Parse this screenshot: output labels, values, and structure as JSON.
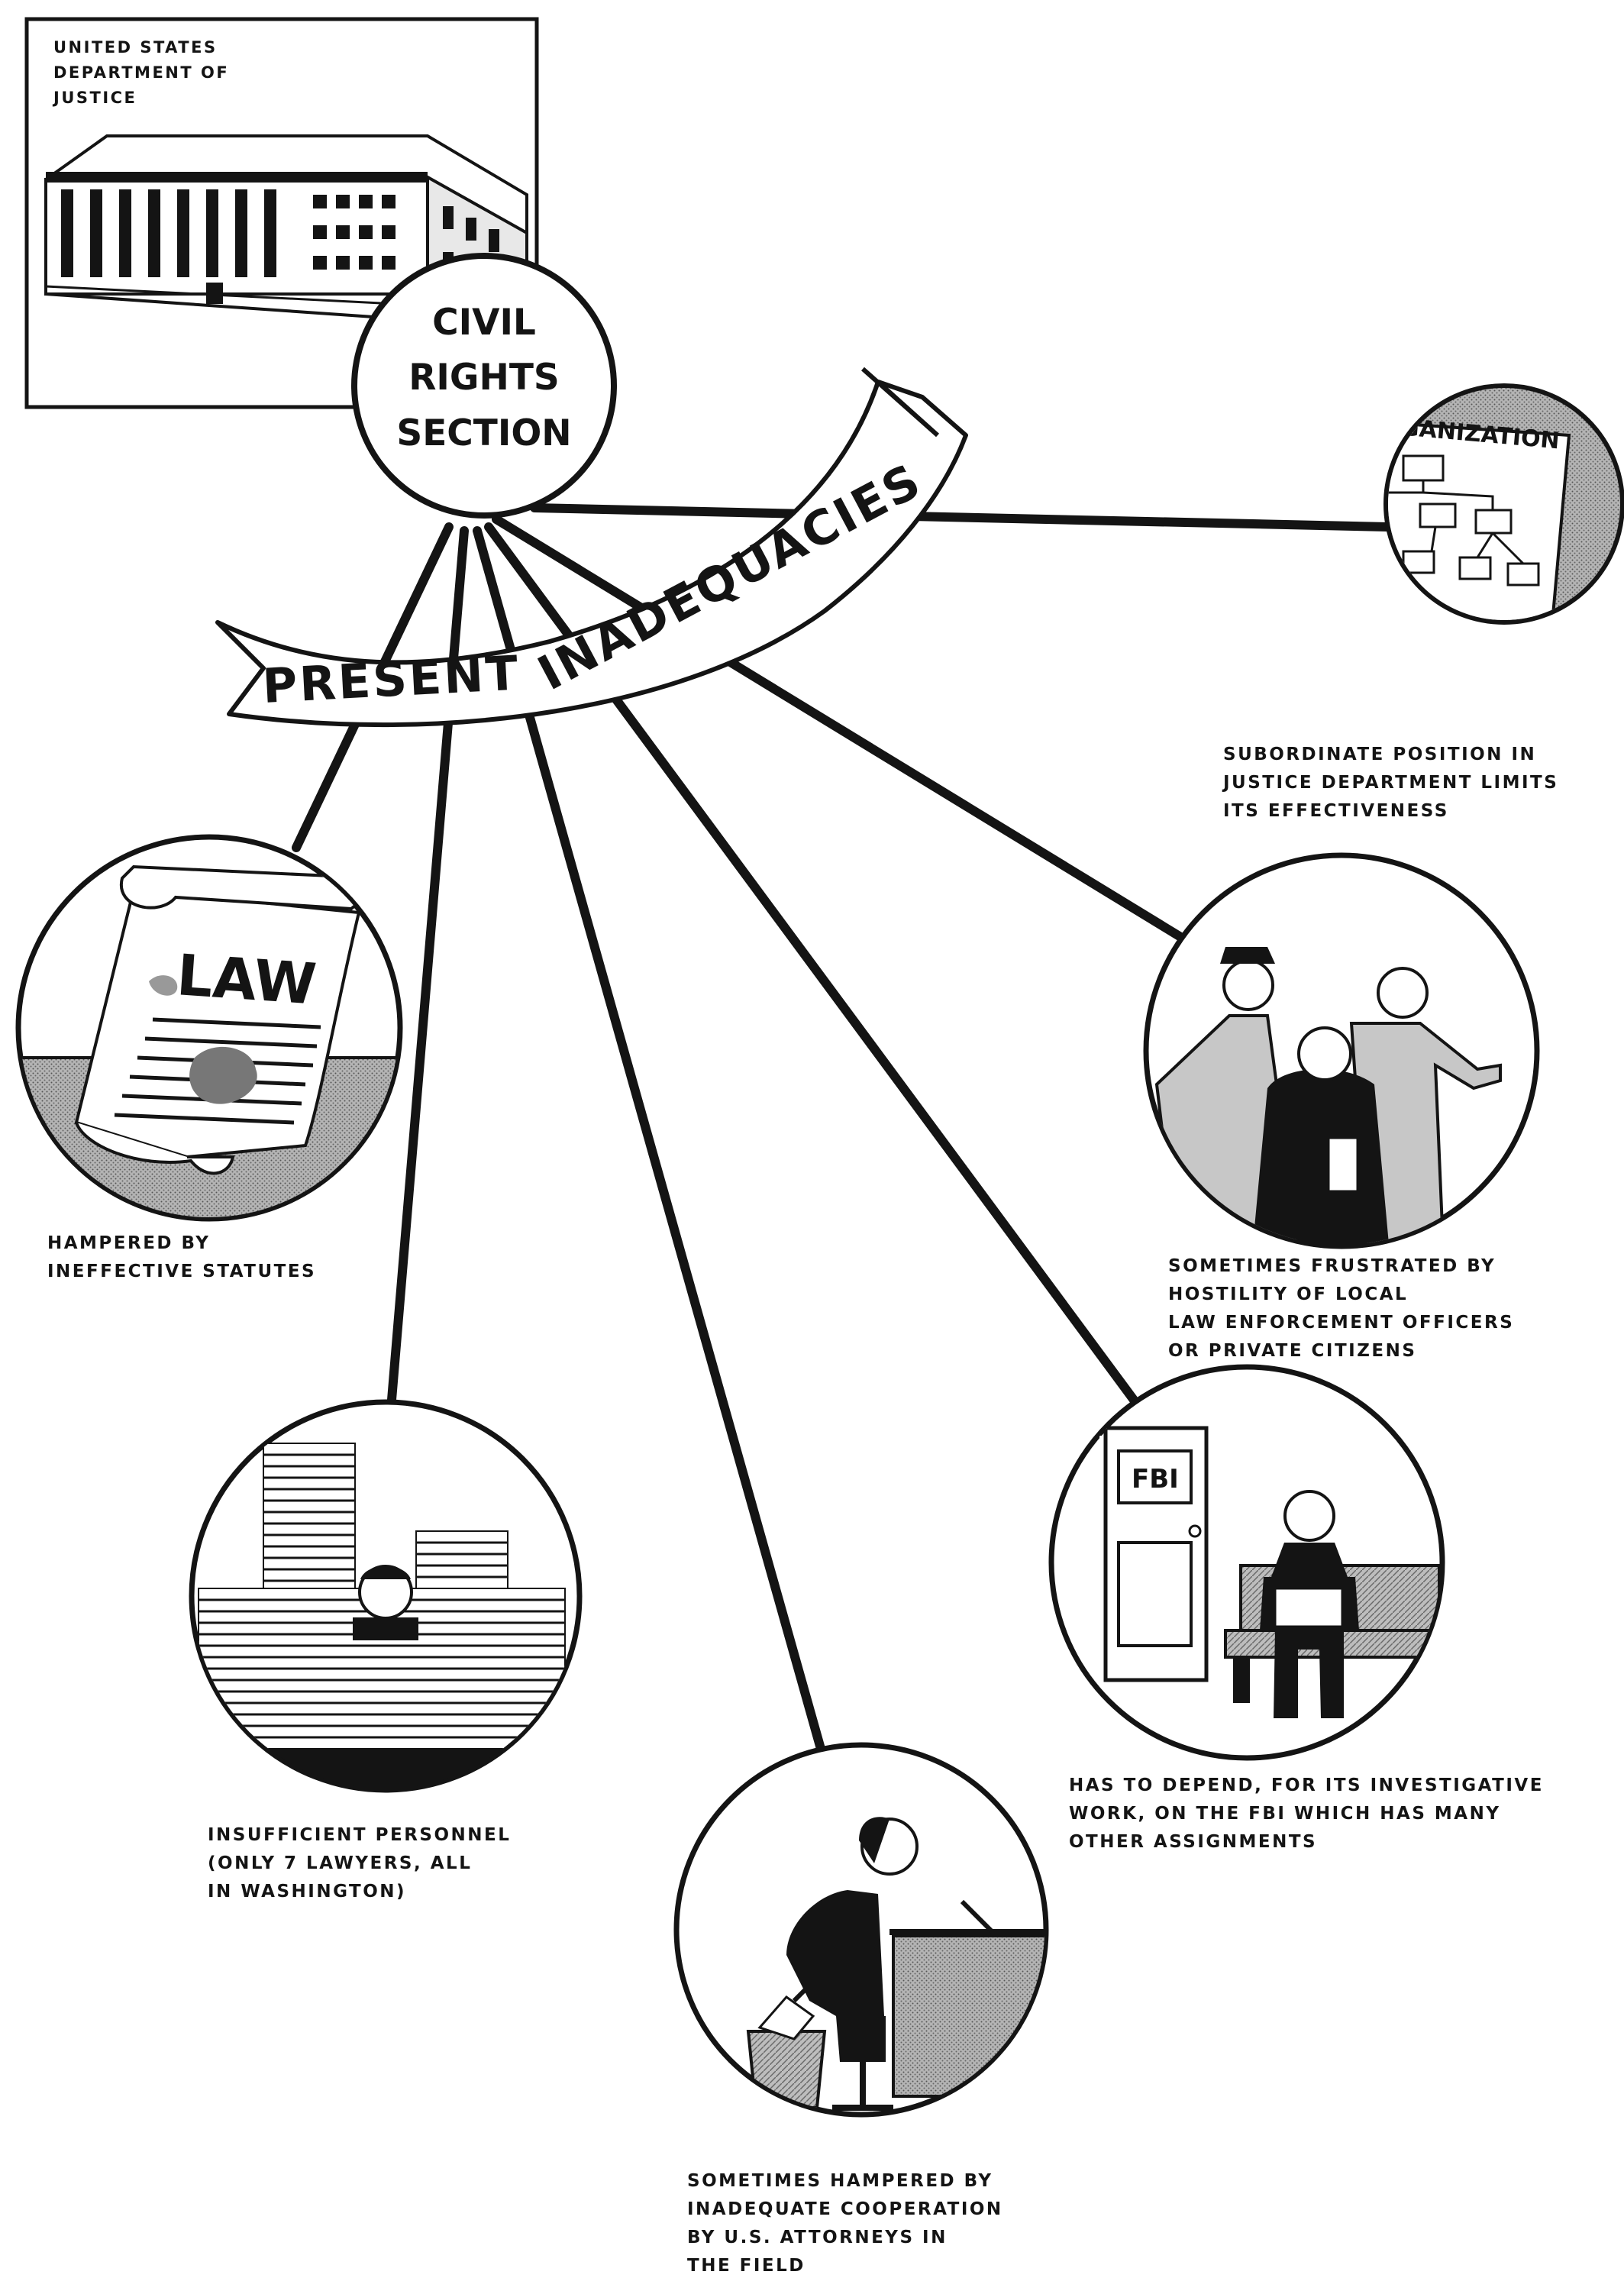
{
  "building": {
    "label_lines": [
      "UNITED STATES",
      "DEPARTMENT OF",
      "JUSTICE"
    ]
  },
  "hub": {
    "lines": [
      "CIVIL",
      "RIGHTS",
      "SECTION"
    ]
  },
  "banner": {
    "word_1": "PRESENT",
    "word_2": "INADEQUACIES"
  },
  "inadequacies": [
    {
      "icon": "organization-chart-icon",
      "sign_text": "ORGANIZATION",
      "caption": "SUBORDINATE POSITION IN\nJUSTICE DEPARTMENT LIMITS\nITS EFFECTIVENESS"
    },
    {
      "icon": "law-scroll-icon",
      "sign_text": "LAW",
      "caption": "HAMPERED BY\nINEFFECTIVE STATUTES"
    },
    {
      "icon": "hostile-officers-icon",
      "caption": "SOMETIMES FRUSTRATED BY\nHOSTILITY OF LOCAL\nLAW ENFORCEMENT OFFICERS\nOR PRIVATE CITIZENS"
    },
    {
      "icon": "fbi-waiting-icon",
      "sign_text": "FBI",
      "caption": "HAS TO DEPEND, FOR ITS INVESTIGATIVE\nWORK, ON THE FBI WHICH HAS MANY\nOTHER ASSIGNMENTS"
    },
    {
      "icon": "paperwork-stacks-icon",
      "caption": "INSUFFICIENT PERSONNEL\n(ONLY 7 LAWYERS, ALL\nIN WASHINGTON)"
    },
    {
      "icon": "wastebasket-desk-icon",
      "caption": "SOMETIMES HAMPERED BY\nINADEQUATE COOPERATION\nBY U.S. ATTORNEYS IN\nTHE FIELD"
    }
  ],
  "colors": {
    "ink": "#141414",
    "shade": "#9a9a9a",
    "paper": "#ffffff"
  }
}
